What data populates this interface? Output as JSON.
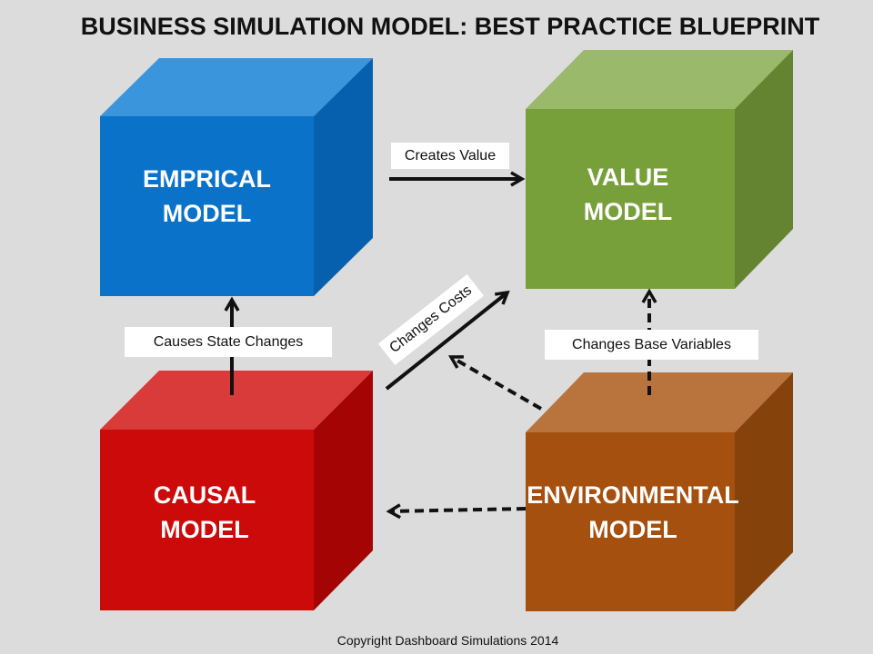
{
  "title": "BUSINESS SIMULATION MODEL: BEST PRACTICE BLUEPRINT",
  "boxes": {
    "empirical": {
      "line1": "EMPRICAL",
      "line2": "MODEL",
      "front": "#0a72c8",
      "top": "#3a95dc",
      "side": "#0760ae"
    },
    "value": {
      "line1": "VALUE",
      "line2": "MODEL",
      "front": "#78a03a",
      "top": "#9ab96a",
      "side": "#648432"
    },
    "causal": {
      "line1": "CAUSAL",
      "line2": "MODEL",
      "front": "#cc0a0a",
      "top": "#d93a3a",
      "side": "#a50404"
    },
    "environmental": {
      "line1": "ENVIRONMENTAL",
      "line2": "MODEL",
      "front": "#a5500e",
      "top": "#b8743c",
      "side": "#86420b"
    }
  },
  "arrows": {
    "creates_value": "Creates Value",
    "causes_state_changes": "Causes State Changes",
    "changes_costs": "Changes Costs",
    "changes_base_variables": "Changes Base Variables"
  },
  "copyright": "Copyright Dashboard Simulations 2014"
}
